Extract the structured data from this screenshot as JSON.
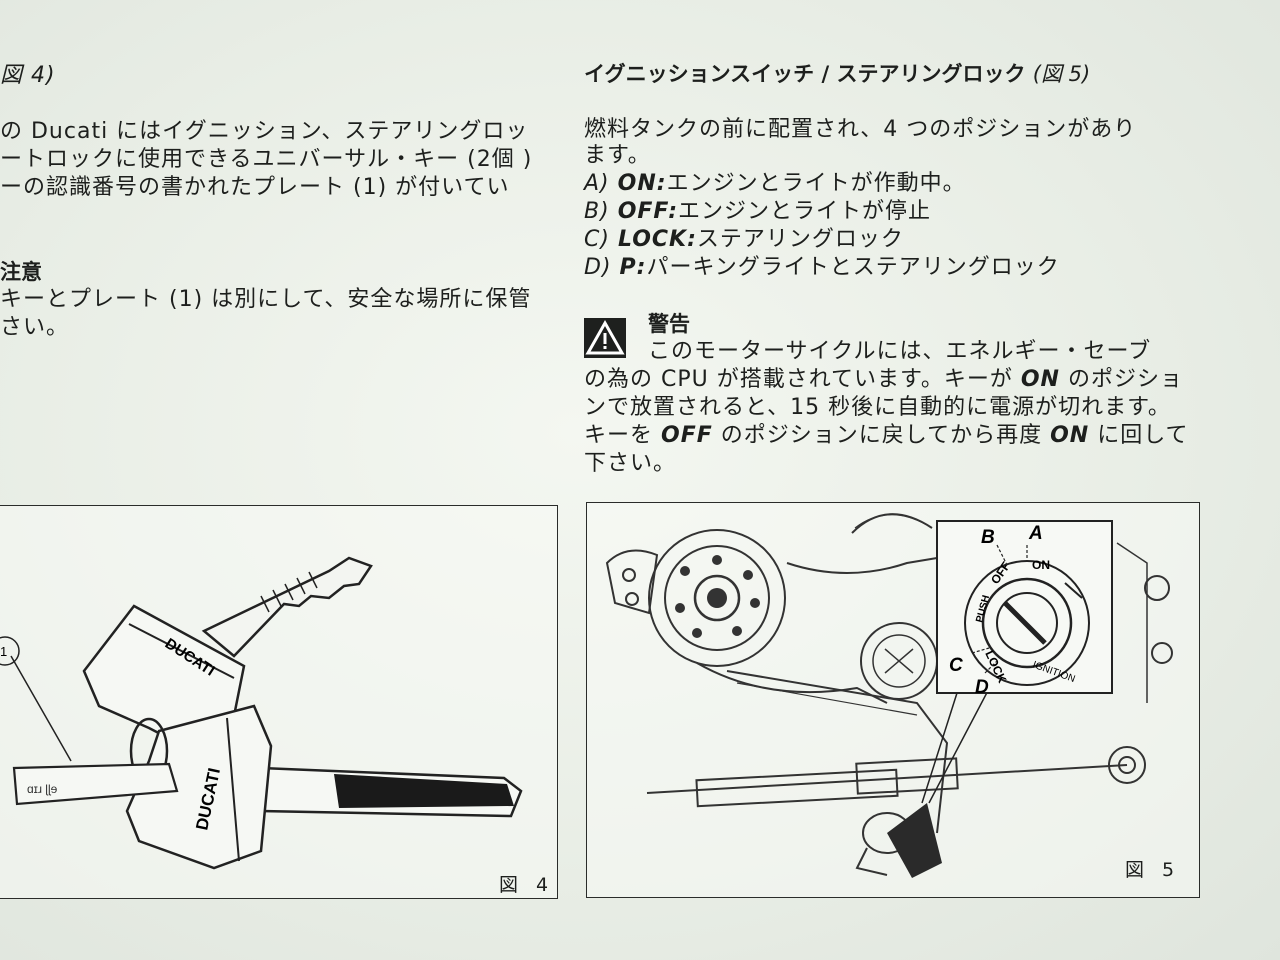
{
  "left": {
    "heading_fragment": "図 4)",
    "lines": [
      "の  Ducati にはイグニッション、ステアリングロッ",
      "ートロックに使用できるユニバーサル・キー (2個 )",
      "ーの認識番号の書かれたプレート (1) が付いてい"
    ],
    "caution_title": "注意",
    "caution_lines": [
      "キーとプレート (1) は別にして、安全な場所に保管",
      "さい。"
    ],
    "figure": {
      "brand": "DUCATI",
      "callout": "1",
      "caption": "図 4"
    }
  },
  "right": {
    "heading": "イグニッションスイッチ / ステアリングロック",
    "heading_ref": "(図 5)",
    "intro_lines": [
      "燃料タンクの前に配置され、4 つのポジションがあり",
      "ます。"
    ],
    "positions": [
      {
        "letter": "A)",
        "key": "ON:",
        "desc": "エンジンとライトが作動中。"
      },
      {
        "letter": "B)",
        "key": "OFF:",
        "desc": "エンジンとライトが停止"
      },
      {
        "letter": "C)",
        "key": "LOCK:",
        "desc": "ステアリングロック"
      },
      {
        "letter": "D)",
        "key": "P:",
        "desc": "パーキングライトとステアリングロック"
      }
    ],
    "warning": {
      "title": "警告",
      "line1": "このモーターサイクルには、エネルギー・セーブ",
      "line2_a": "の為の CPU が搭載されています。キーが ",
      "line2_on": "ON",
      "line2_b": " のポジショ",
      "line3": "ンで放置されると、15 秒後に自動的に電源が切れます。",
      "line4_a": "キーを ",
      "line4_off": "OFF",
      "line4_b": " のポジションに戻してから再度 ",
      "line4_on": "ON",
      "line4_c": " に回して",
      "line5": "下さい。"
    },
    "figure": {
      "letters": [
        "A",
        "B",
        "C",
        "D"
      ],
      "switch_labels": {
        "on": "ON",
        "off": "OFF",
        "push": "PUSH",
        "lock": "LOCK",
        "ignition": "IGNITION"
      },
      "caption": "図 5"
    }
  }
}
